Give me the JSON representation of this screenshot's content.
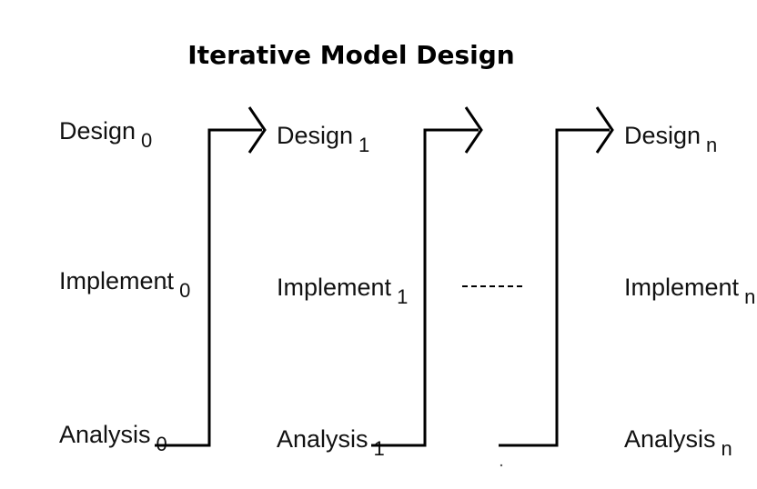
{
  "title": "Iterative Model Design",
  "columns": [
    {
      "design": "Design",
      "design_sub": "0",
      "implement": "Implement",
      "implement_sub": "0",
      "analysis": "Analysis",
      "analysis_sub": "0"
    },
    {
      "design": "Design",
      "design_sub": "1",
      "implement": "Implement",
      "implement_sub": "1",
      "analysis": "Analysis",
      "analysis_sub": "1"
    },
    {
      "design": "Design",
      "design_sub": "n",
      "implement": "Implement",
      "implement_sub": "n",
      "analysis": "Analysis",
      "analysis_sub": "n"
    }
  ],
  "connectors": [
    {
      "from": "Analysis 0",
      "to": "Design 1"
    },
    {
      "from": "Analysis 1",
      "to": "..."
    },
    {
      "from": "...",
      "to": "Design n"
    }
  ],
  "colors": {
    "ink": "#000000",
    "background": "#ffffff"
  }
}
